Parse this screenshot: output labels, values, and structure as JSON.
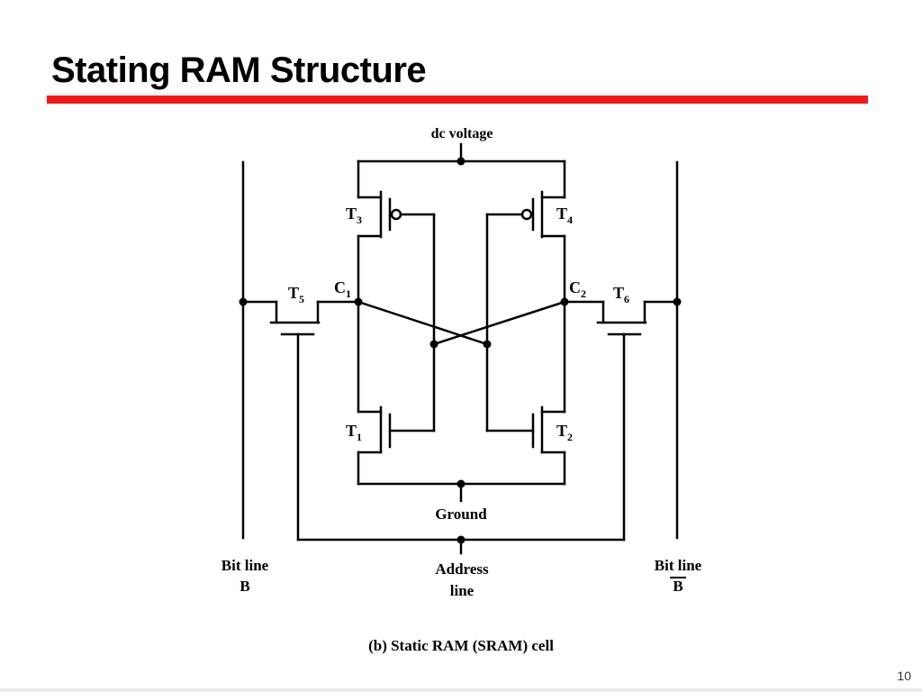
{
  "slide": {
    "title": "Stating RAM Structure",
    "page_number": "10",
    "accent_color": "#ee1c1c"
  },
  "diagram": {
    "supply_label": "dc voltage",
    "ground_label": "Ground",
    "address_label_1": "Address",
    "address_label_2": "line",
    "bitline_left_1": "Bit line",
    "bitline_left_2": "B",
    "bitline_right_1": "Bit line",
    "bitline_right_2": "B",
    "caption": "(b) Static RAM (SRAM) cell",
    "transistors": {
      "t1": {
        "letter": "T",
        "sub": "1"
      },
      "t2": {
        "letter": "T",
        "sub": "2"
      },
      "t3": {
        "letter": "T",
        "sub": "3"
      },
      "t4": {
        "letter": "T",
        "sub": "4"
      },
      "t5": {
        "letter": "T",
        "sub": "5"
      },
      "t6": {
        "letter": "T",
        "sub": "6"
      }
    },
    "nodes": {
      "c1": {
        "letter": "C",
        "sub": "1"
      },
      "c2": {
        "letter": "C",
        "sub": "2"
      }
    }
  }
}
